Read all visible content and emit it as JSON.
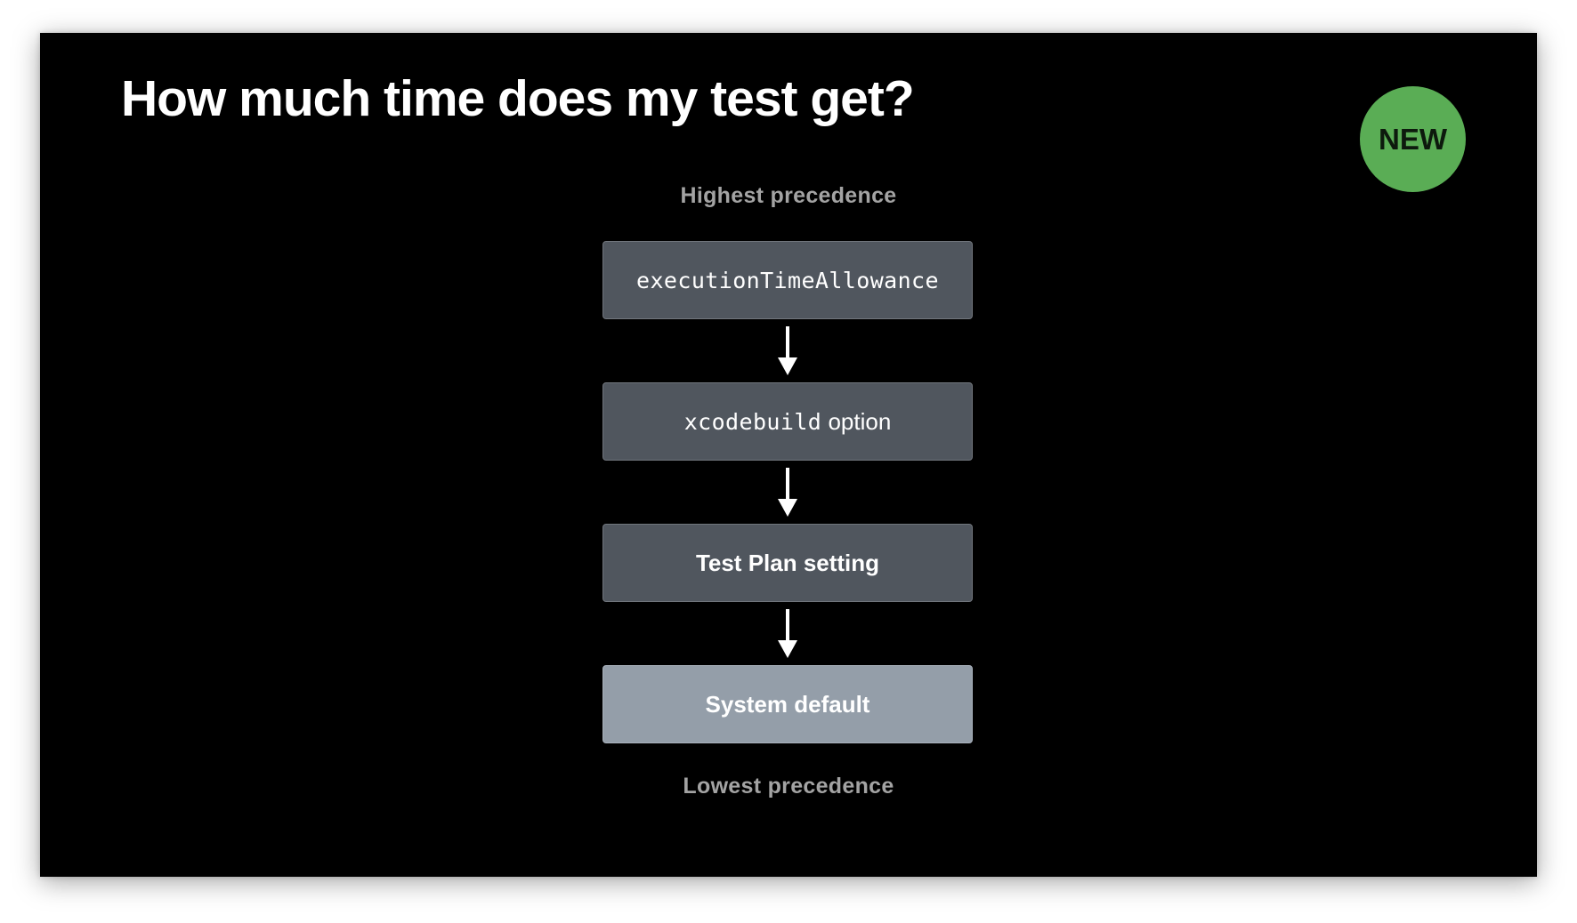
{
  "slide": {
    "title": "How much time does my test get?",
    "badge": "NEW",
    "highest_label": "Highest precedence",
    "lowest_label": "Lowest precedence"
  },
  "flow": {
    "steps": [
      {
        "code": "executionTimeAllowance"
      },
      {
        "code": "xcodebuild",
        "text": " option"
      },
      {
        "text": "Test Plan setting"
      },
      {
        "text": "System default"
      }
    ]
  },
  "colors": {
    "background": "#000000",
    "badge": "#5aad55",
    "box": "#50565e",
    "box_default": "#949ea9",
    "caption": "#a3a3a3"
  },
  "icons": [
    "arrow-down-icon"
  ]
}
